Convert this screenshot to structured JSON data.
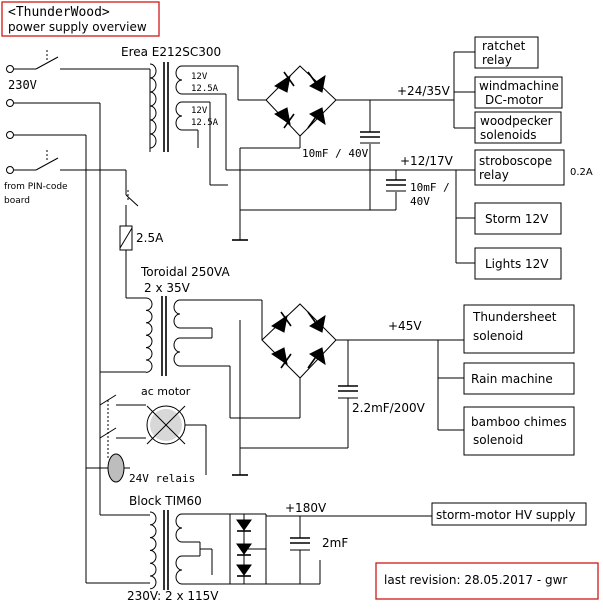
{
  "header": {
    "title": "<ThunderWood>",
    "subtitle": "power supply overview"
  },
  "mains": {
    "voltage_label": "230V",
    "pin_code_label_1": "from PIN-code",
    "pin_code_label_2": "board"
  },
  "fuse": {
    "label": "2.5A"
  },
  "transformers": {
    "t1": {
      "name": "Erea E212SC300",
      "sec1_v": "12V",
      "sec1_a": "12.5A",
      "sec2_v": "12V",
      "sec2_a": "12.5A"
    },
    "t2": {
      "name": "Toroidal 250VA",
      "secondary": "2 x 35V"
    },
    "t3": {
      "name": "Block TIM60",
      "secondary": "230V: 2 x 115V"
    }
  },
  "capacitors": {
    "c1": "10mF / 40V",
    "c2_line1": "10mF /",
    "c2_line2": "40V",
    "c3": "2.2mF/200V",
    "c4": "2mF"
  },
  "rails": {
    "r1": "+24/35V",
    "r2": "+12/17V",
    "r3": "+45V",
    "r4": "+180V"
  },
  "loads": {
    "ratchet_1": "ratchet",
    "ratchet_2": "relay",
    "windmachine_1": "windmachine",
    "windmachine_2": "DC-motor",
    "woodpecker_1": "woodpecker",
    "woodpecker_2": "solenoids",
    "strobo_1": "stroboscope",
    "strobo_2": "relay",
    "strobo_current": "0.2A",
    "storm": "Storm 12V",
    "lights": "Lights 12V",
    "thundersheet_1": "Thundersheet",
    "thundersheet_2": "solenoid",
    "rain": "Rain machine",
    "bamboo_1": "bamboo chimes",
    "bamboo_2": "solenoid",
    "storm_motor": "storm-motor HV supply"
  },
  "motor": {
    "label": "ac motor",
    "relay_label": "24V relais"
  },
  "footer": {
    "revision": "last revision: 28.05.2017 - gwr"
  }
}
